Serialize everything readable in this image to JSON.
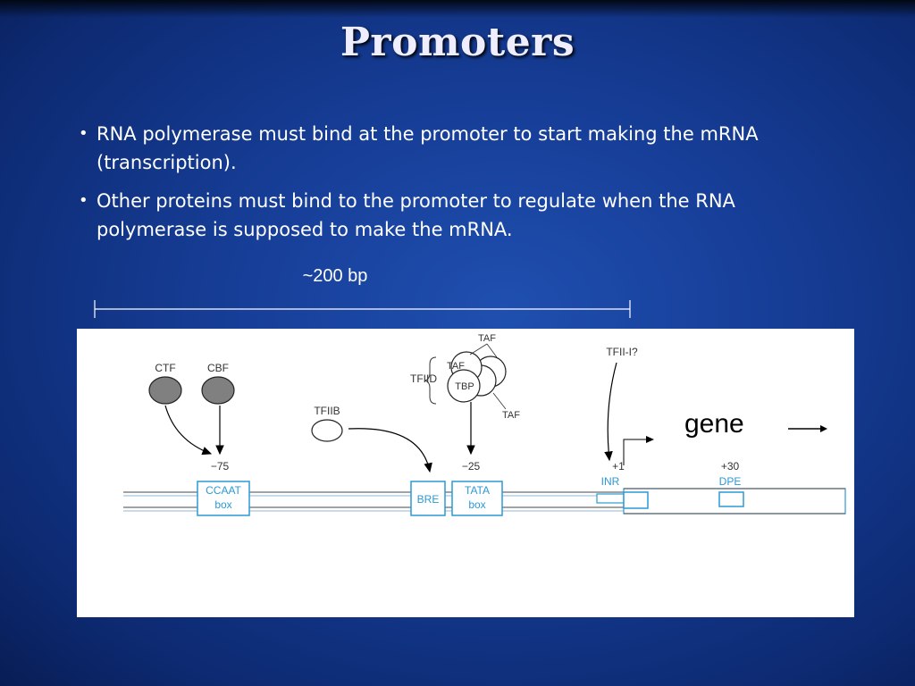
{
  "slide": {
    "title": "Promoters",
    "bullets": [
      "RNA polymerase must bind at the promoter to start making the mRNA (transcription).",
      "Other proteins must bind to the promoter to regulate when the RNA polymerase is supposed to make the mRNA."
    ],
    "bullet_symbol": "•",
    "scale_label": "~200 bp",
    "gene_label": "gene"
  },
  "diagram": {
    "factors": {
      "ctf": "CTF",
      "cbf": "CBF",
      "tfiib": "TFIIB",
      "tfiid": "TFIID",
      "taf_top": "TAF",
      "taf_left": "TAF",
      "tbp": "TBP",
      "taf_bottom": "TAF",
      "tfii_i": "TFII-I?"
    },
    "positions": {
      "minus75": "−75",
      "minus25": "−25",
      "plus1": "+1",
      "plus30": "+30"
    },
    "elements": {
      "ccaat_line1": "CCAAT",
      "ccaat_line2": "box",
      "bre": "BRE",
      "tata_line1": "TATA",
      "tata_line2": "box",
      "inr": "INR",
      "dpe": "DPE"
    },
    "colors": {
      "element_blue": "#2b9ad6",
      "factor_gray": "#808080",
      "slide_bg": "#163d96"
    }
  }
}
